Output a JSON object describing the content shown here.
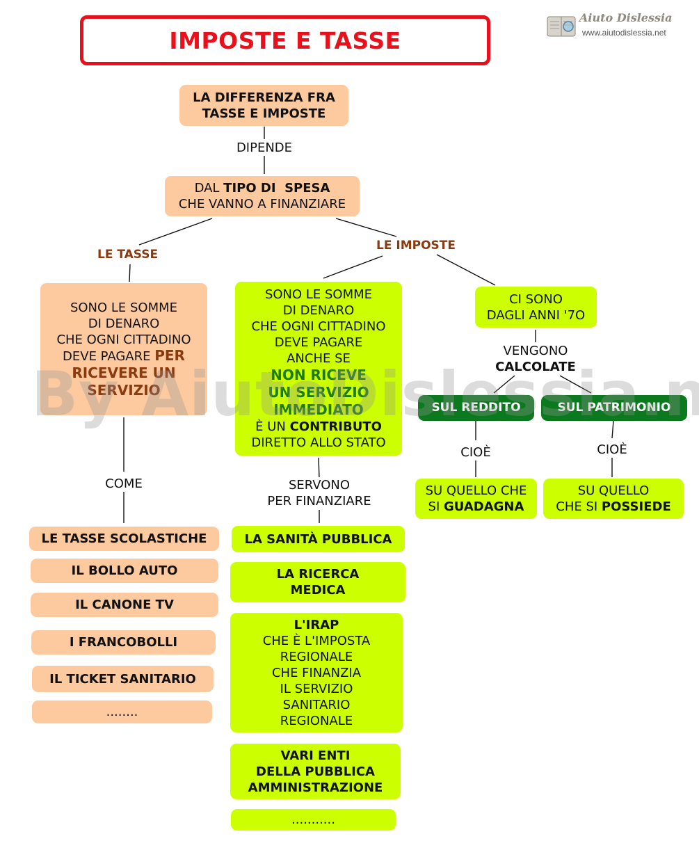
{
  "title": "IMPOSTE E TASSE",
  "logo": {
    "name": "Aiuto Dislessia",
    "url": "www.aiutodislessia.net"
  },
  "watermark": "By AiutoDislessia.net",
  "top": {
    "line1": "LA DIFFERENZA FRA",
    "line2": "TASSE E IMPOSTE"
  },
  "link_dipende": "DIPENDE",
  "spesa": {
    "pre": "DAL ",
    "bold": "TIPO DI  SPESA",
    "line2": "CHE VANNO A FINANZIARE"
  },
  "branch_tasse": "LE TASSE",
  "branch_imposte": "LE IMPOSTE",
  "tasse_def": {
    "l1": "SONO LE SOMME",
    "l2": "DI DENARO",
    "l3": "CHE OGNI CITTADINO",
    "l4a": "DEVE PAGARE ",
    "l4b": "PER",
    "l5": "RICEVERE UN",
    "l6": "SERVIZIO"
  },
  "imposte_def": {
    "l1": "SONO LE SOMME",
    "l2": "DI DENARO",
    "l3": "CHE OGNI CITTADINO",
    "l4": "DEVE PAGARE",
    "l5": "ANCHE SE",
    "l6": "NON RICEVE",
    "l7": "UN SERVIZIO",
    "l8": "IMMEDIATO",
    "l9a": "È UN ",
    "l9b": "CONTRIBUTO",
    "l10": "DIRETTO ALLO STATO"
  },
  "anni70": {
    "l1": "CI SONO",
    "l2": "DAGLI ANNI '7O"
  },
  "link_vengono": {
    "l1": "VENGONO",
    "l2": "CALCOLATE"
  },
  "reddito": "SUL REDDITO",
  "patrimonio": "SUL PATRIMONIO",
  "link_cioe_1": "CIOÈ",
  "link_cioe_2": "CIOÈ",
  "guadagna": {
    "l1": "SU QUELLO CHE",
    "l2a": "SI ",
    "l2b": "GUADAGNA"
  },
  "possiede": {
    "l1": "SU QUELLO",
    "l2a": "CHE SI ",
    "l2b": "POSSIEDE"
  },
  "link_come": "COME",
  "link_servono": {
    "l1": "SERVONO",
    "l2": "PER FINANZIARE"
  },
  "tasse_list": [
    "LE TASSE SCOLASTICHE",
    "IL BOLLO AUTO",
    "IL CANONE TV",
    "I FRANCOBOLLI",
    "IL TICKET SANITARIO",
    "........"
  ],
  "imposte_list": {
    "sanita": "LA SANITÀ PUBBLICA",
    "ricerca": {
      "l1": "LA RICERCA",
      "l2": "MEDICA"
    },
    "irap": {
      "l1": "L'IRAP",
      "l2": "CHE È L'IMPOSTA",
      "l3": "REGIONALE",
      "l4": "CHE FINANZIA",
      "l5": "IL SERVIZIO",
      "l6": "SANITARIO",
      "l7": "REGIONALE"
    },
    "enti": {
      "l1": "VARI ENTI",
      "l2": "DELLA PUBBLICA",
      "l3": "AMMINISTRAZIONE"
    },
    "dots": "..........."
  }
}
